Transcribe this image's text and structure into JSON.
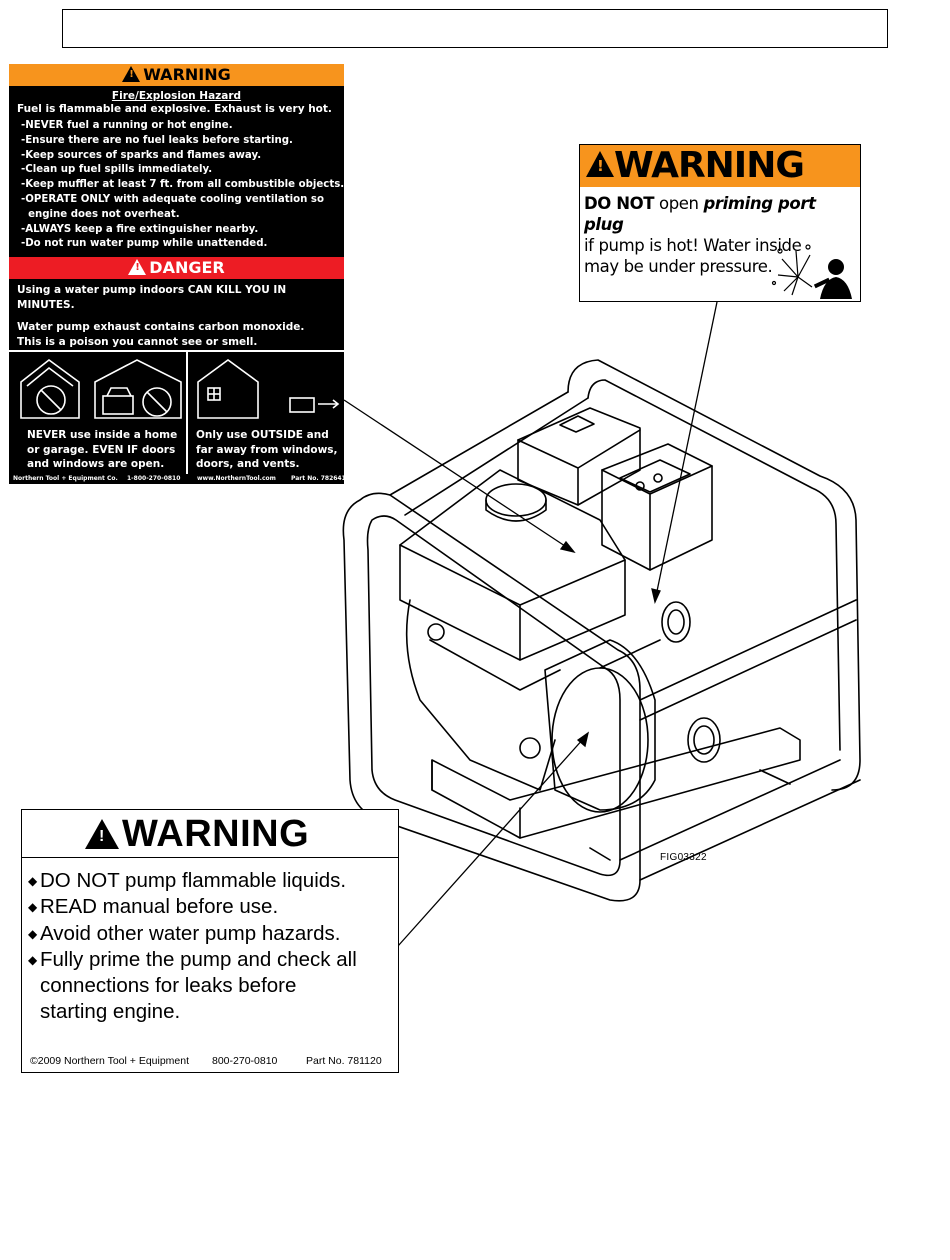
{
  "label_fire": {
    "header": "WARNING",
    "subtitle": "Fire/Explosion Hazard",
    "lead": "Fuel is flammable and explosive. Exhaust is very hot.",
    "items": [
      "-NEVER fuel a running or hot engine.",
      "-Ensure there are no fuel leaks before starting.",
      "-Keep sources of sparks and flames away.",
      "-Clean up fuel spills immediately.",
      "-Keep muffler at least 7 ft. from all combustible objects.",
      "-OPERATE ONLY with adequate cooling ventilation so\n  engine does not overheat.",
      "-ALWAYS keep a fire extinguisher nearby.",
      "-Do not run water pump while unattended."
    ],
    "danger_header": "DANGER",
    "danger_line1": "Using a water pump indoors CAN KILL YOU IN MINUTES.",
    "danger_line2": "Water pump exhaust contains carbon monoxide.",
    "danger_line3": "This is a poison you cannot see or smell.",
    "never_caption": "NEVER use inside a home\nor garage. EVEN IF doors\nand windows are open.",
    "outside_caption": "Only use OUTSIDE and\nfar away from windows,\ndoors, and vents.",
    "footer_company": "Northern Tool + Equipment Co.",
    "footer_phone": "1-800-270-0810",
    "footer_web": "www.NorthernTool.com",
    "footer_part": "Part No. 782641"
  },
  "label_priming": {
    "header": "WARNING",
    "do_not": "DO NOT",
    "open": " open ",
    "priming": "priming port plug",
    "line2": "if pump is hot! Water inside",
    "line3": "may be under pressure."
  },
  "label_general": {
    "header": "WARNING",
    "items": [
      "DO NOT pump flammable liquids.",
      "READ manual before use.",
      "Avoid other water pump hazards.",
      "Fully prime the pump and check all\nconnections for leaks before\nstarting engine."
    ],
    "footer_copyright": "©2009 Northern Tool + Equipment",
    "footer_phone": "800-270-0810",
    "footer_part": "Part No. 781120"
  },
  "figure_code": "FIG03322",
  "colors": {
    "warning_orange": "#f7941d",
    "danger_red": "#ed1c24"
  }
}
